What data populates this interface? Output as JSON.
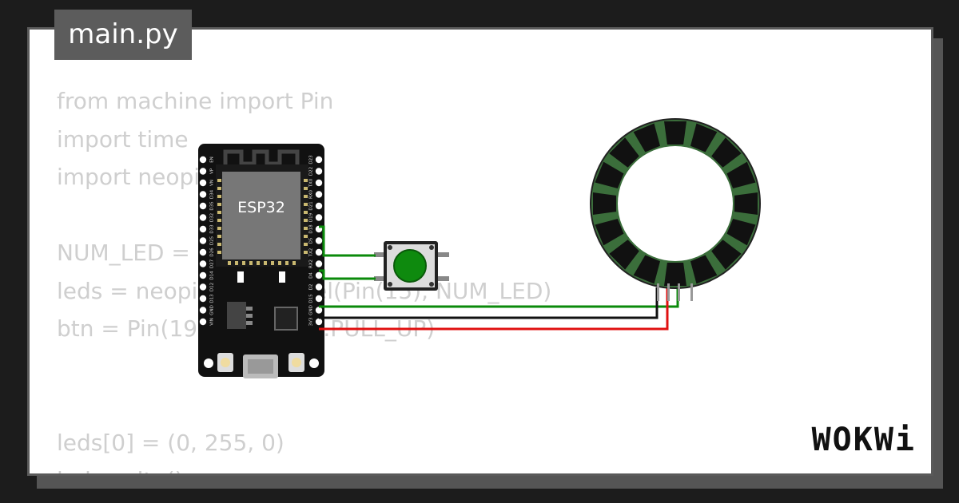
{
  "editor": {
    "filename": "main.py",
    "code_lines": [
      "from machine import Pin",
      "import time",
      "import neopixel",
      "",
      "NUM_LED = 16",
      "leds = neopixel.NeoPixel(Pin(15), NUM_LED)",
      "btn = Pin(19, Pin.IN, Pin.PULL_UP)",
      "",
      "",
      "leds[0] = (0, 255, 0)",
      "leds.write()"
    ]
  },
  "board": {
    "chip_label": "ESP32",
    "left_pins": [
      "EN",
      "VP",
      "VN",
      "D34",
      "D35",
      "D32",
      "D33",
      "D25",
      "D26",
      "D27",
      "D14",
      "D12",
      "D13",
      "GND",
      "VIN"
    ],
    "right_pins": [
      "D23",
      "D22",
      "TX0",
      "RX0",
      "D21",
      "D19",
      "D18",
      "D5",
      "TX2",
      "RX2",
      "D4",
      "D2",
      "D15",
      "GND",
      "3V3"
    ]
  },
  "ring": {
    "led_count": 16
  },
  "colors": {
    "wire_green": "#0a8a0a",
    "wire_black": "#111111",
    "wire_red": "#e01010",
    "ring_green": "#3b6e3b",
    "button_green": "#0e8a0e",
    "code_text": "#cfcfcf",
    "tab_bg": "#5c5c5c"
  },
  "brand": {
    "logo_text": "WOKWi"
  }
}
